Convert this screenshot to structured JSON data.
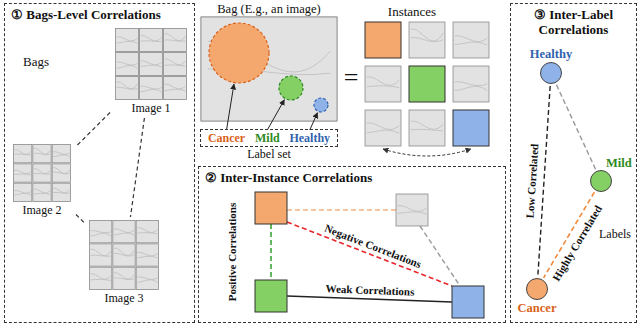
{
  "diagram": {
    "nodes": [
      {
        "text": [
          "① Bags-Level Correlations"
        ]
      },
      {
        "text": [
          "Image 1"
        ],
        "in": 0
      },
      {
        "text": [
          "Image 2"
        ],
        "in": 0
      },
      {
        "text": [
          "Image 3"
        ],
        "in": 0
      },
      {
        "text": [
          "Bag (E.g., an image)"
        ]
      },
      {
        "text": [
          "Cancer",
          "Mild",
          "Healthy",
          "Label set"
        ]
      },
      {
        "text": [
          "② Inter-Instance Correlations"
        ]
      },
      {
        "text": [
          "③ Inter-Label Correlations"
        ]
      },
      {
        "text": [
          "Healthy"
        ],
        "in": 7
      },
      {
        "text": [
          "Mild"
        ],
        "in": 7
      },
      {
        "text": [
          "Cancer"
        ],
        "in": 7
      }
    ],
    "edges": [
      {
        "from": 1,
        "to": 2,
        "arrow": "none"
      },
      {
        "from": 2,
        "to": 3,
        "arrow": "none"
      },
      {
        "from": 1,
        "to": 3,
        "arrow": "none"
      },
      {
        "from": 8,
        "to": 10,
        "arrow": "none",
        "label": "Low Correlated"
      },
      {
        "from": 8,
        "to": 9,
        "arrow": "none"
      },
      {
        "from": 9,
        "to": 10,
        "arrow": "none",
        "label": "Highly Correlated"
      }
    ],
    "labels": [
      "Bags",
      "=",
      "Instances",
      "Positive Correlations",
      "Negative Correlations",
      "Weak Correlations",
      "Labels"
    ]
  }
}
